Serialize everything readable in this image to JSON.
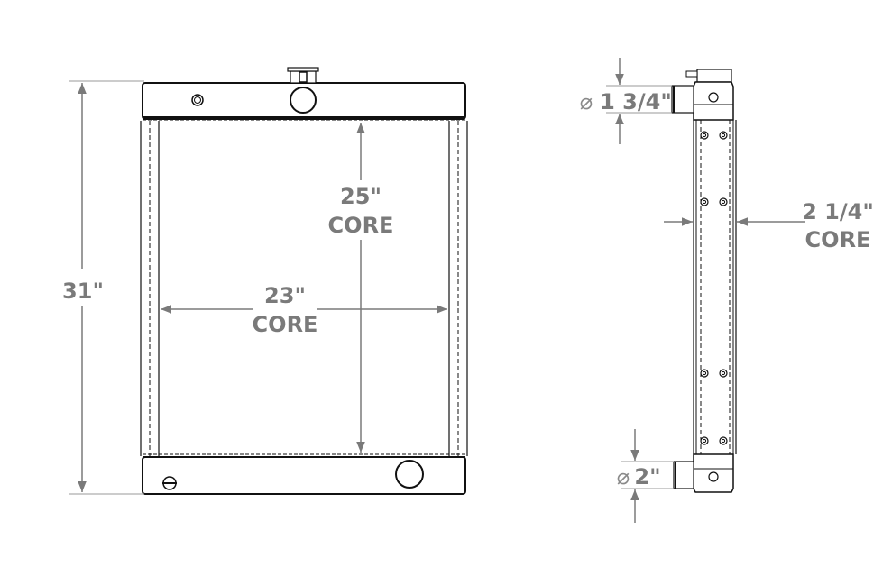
{
  "diagram": {
    "type": "radiator dimension drawing",
    "colors": {
      "outline": "#111111",
      "dimension": "#7a7a7a",
      "background": "#ffffff"
    },
    "front_view": {
      "overall_height": "31\"",
      "core_height": {
        "value": "25\"",
        "label": "CORE"
      },
      "core_width": {
        "value": "23\"",
        "label": "CORE"
      }
    },
    "side_view": {
      "inlet_diameter": {
        "symbol": "⌀",
        "value": "1 3/4\""
      },
      "outlet_diameter": {
        "symbol": "⌀",
        "value": "2\""
      },
      "core_thickness": {
        "value": "2 1/4\"",
        "label": "CORE"
      }
    }
  }
}
